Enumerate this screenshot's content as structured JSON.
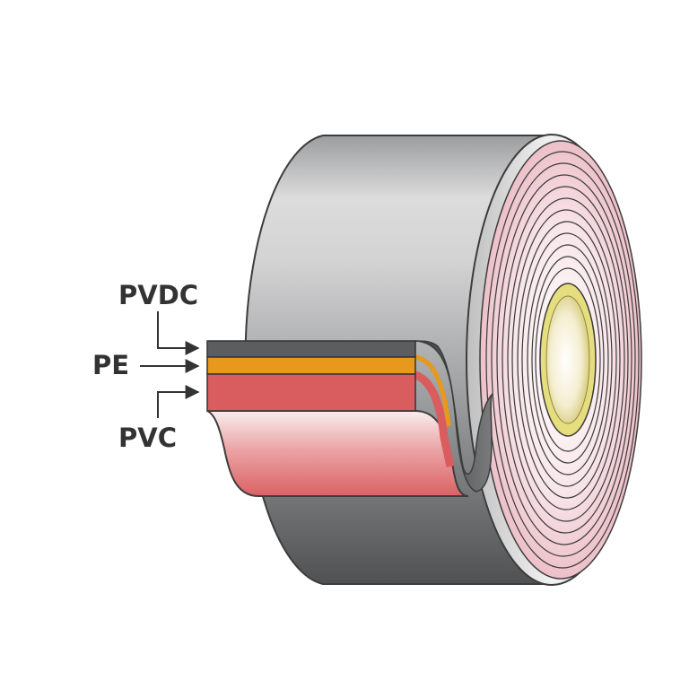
{
  "labels": {
    "pvdc": "PVDC",
    "pe": "PE",
    "pvc": "PVC"
  },
  "colors": {
    "pvdc_layer": "#5c5d5e",
    "pe_layer": "#e8981c",
    "pvc_layer": "#d95d5e",
    "roll_outer": "#b9babb",
    "roll_face_rings": "#f1c8cf",
    "core_inner": "#f7f4d6",
    "core_ring": "#e4dc79",
    "label_text": "#333333"
  },
  "icons": [
    "arrow-right-icon"
  ]
}
